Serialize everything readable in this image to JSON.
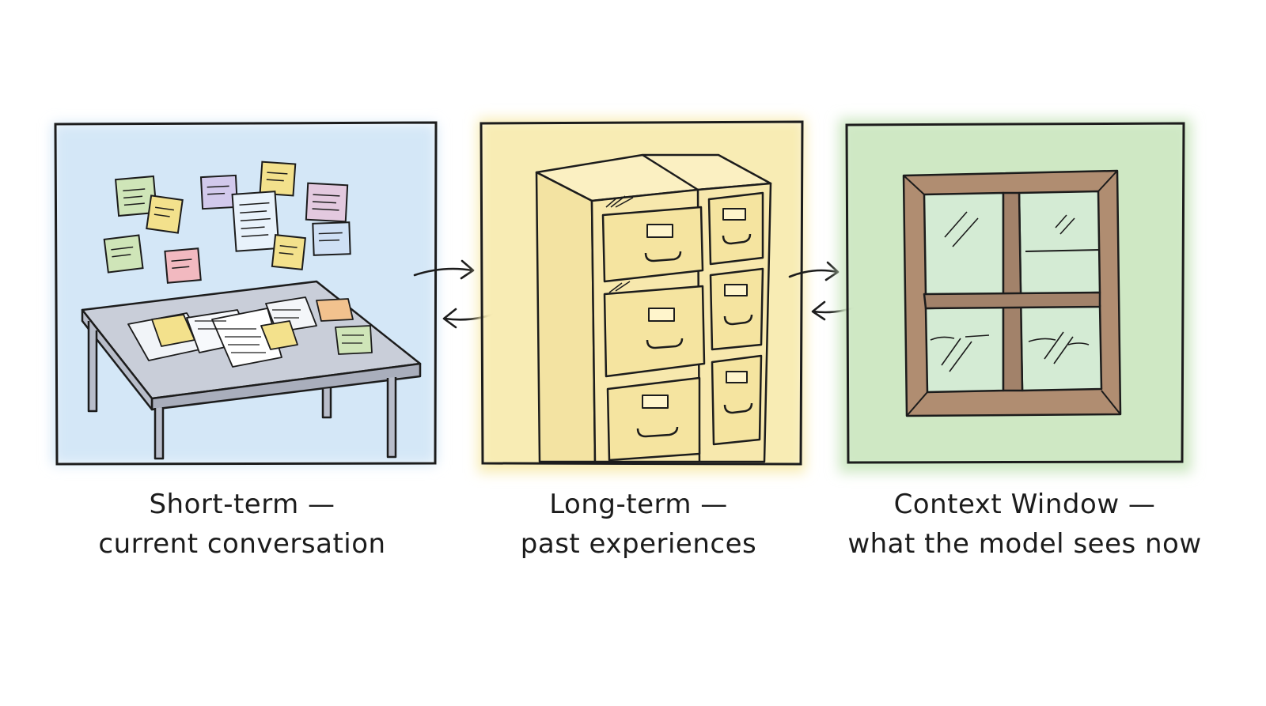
{
  "panels": [
    {
      "id": "short-term",
      "title": "Short-term —",
      "subtitle": "current conversation",
      "color": "#d4e7f7",
      "illustration": "desk-with-sticky-notes"
    },
    {
      "id": "long-term",
      "title": "Long-term —",
      "subtitle": "past experiences",
      "color": "#f8ecb4",
      "illustration": "filing-cabinet"
    },
    {
      "id": "context-window",
      "title": "Context Window —",
      "subtitle": "what the model sees now",
      "color": "#cfe8c4",
      "illustration": "window"
    }
  ],
  "connectors": [
    {
      "between": [
        "short-term",
        "long-term"
      ],
      "icon": "bidirectional-arrow-icon"
    },
    {
      "between": [
        "long-term",
        "context-window"
      ],
      "icon": "bidirectional-arrow-icon"
    }
  ],
  "colors": {
    "ink": "#1c1c1c",
    "note_green": "#cfe5b8",
    "note_yellow": "#f3e18c",
    "note_purple": "#d2c9ec",
    "note_pink": "#f2b9c0",
    "note_blue": "#cfe0f5",
    "note_orange": "#f2c28e",
    "table_top": "#c9ced9",
    "cabinet": "#f7e8ad",
    "window_frame": "#b08d71",
    "glass": "#d4ebd4"
  }
}
